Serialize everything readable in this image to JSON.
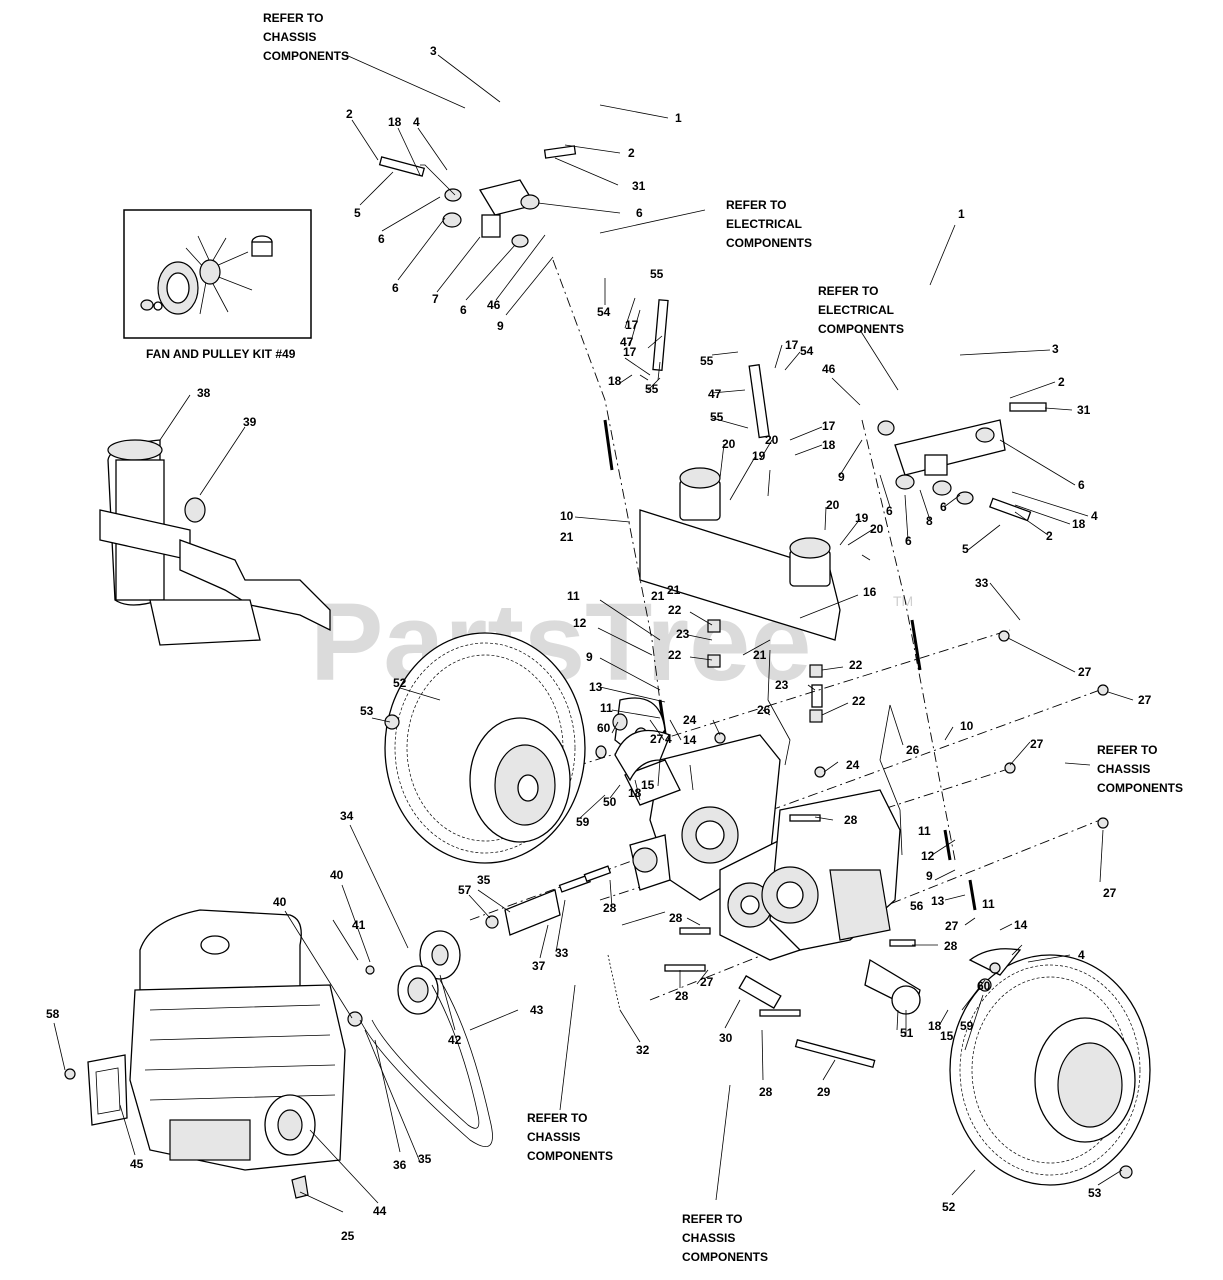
{
  "watermark": "PartsTree",
  "watermark_tm": "TM",
  "kit_caption": "FAN AND PULLEY KIT #49",
  "references": [
    {
      "id": "ref-chassis-top",
      "lines": [
        "REFER TO",
        "CHASSIS",
        "COMPONENTS"
      ]
    },
    {
      "id": "ref-electrical-top",
      "lines": [
        "REFER TO",
        "ELECTRICAL",
        "COMPONENTS"
      ]
    },
    {
      "id": "ref-electrical-right",
      "lines": [
        "REFER TO",
        "ELECTRICAL",
        "COMPONENTS"
      ]
    },
    {
      "id": "ref-chassis-right",
      "lines": [
        "REFER TO",
        "CHASSIS",
        "COMPONENTS"
      ]
    },
    {
      "id": "ref-chassis-bottom-mid",
      "lines": [
        "REFER TO",
        "CHASSIS",
        "COMPONENTS"
      ]
    },
    {
      "id": "ref-chassis-bottom",
      "lines": [
        "REFER TO",
        "CHASSIS",
        "COMPONENTS"
      ]
    }
  ],
  "callouts": [
    "1",
    "2",
    "3",
    "4",
    "5",
    "6",
    "7",
    "8",
    "9",
    "10",
    "11",
    "12",
    "13",
    "14",
    "15",
    "16",
    "17",
    "18",
    "19",
    "20",
    "21",
    "22",
    "23",
    "24",
    "25",
    "26",
    "27",
    "28",
    "29",
    "30",
    "31",
    "32",
    "33",
    "34",
    "35",
    "36",
    "37",
    "38",
    "39",
    "40",
    "41",
    "42",
    "43",
    "44",
    "45",
    "46",
    "47",
    "50",
    "51",
    "52",
    "53",
    "54",
    "55",
    "56",
    "57",
    "58",
    "59",
    "60"
  ]
}
